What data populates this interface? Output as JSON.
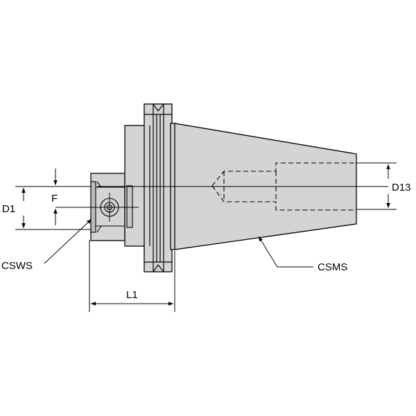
{
  "labels": {
    "d1": "D1",
    "f": "F",
    "csws": "CSWS",
    "l1": "L1",
    "csms": "CSMS",
    "d13": "D13"
  },
  "colors": {
    "body_fill": "#d4d4d4",
    "outline": "#000000",
    "background": "#ffffff"
  }
}
